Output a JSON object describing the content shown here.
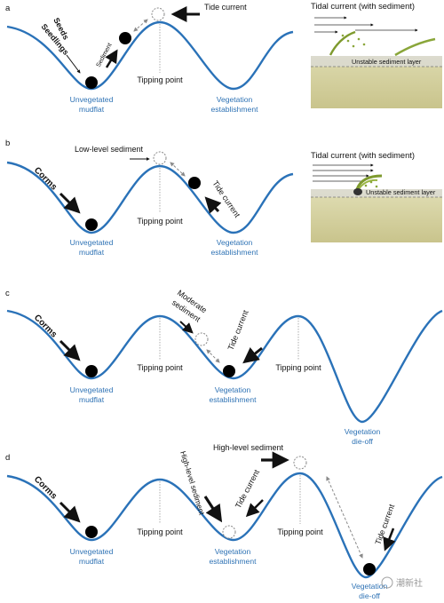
{
  "panels": [
    {
      "letter": "a",
      "labels": {
        "seeds": "Seeds",
        "seedlings": "Seedlings",
        "sediment": "Sediment",
        "tide_current": "Tide current",
        "tipping_point": "Tipping point",
        "unvegetated_1": "Unvegetated",
        "unvegetated_2": "mudflat",
        "vegetation_1": "Vegetation",
        "vegetation_2": "establishment"
      },
      "inset": {
        "title": "Tidal current (with sediment)",
        "layer": "Unstable sediment layer"
      }
    },
    {
      "letter": "b",
      "labels": {
        "low_sediment": "Low-level sediment",
        "corms": "Corms",
        "tide_current": "Tide current",
        "tipping_point": "Tipping point",
        "unvegetated_1": "Unvegetated",
        "unvegetated_2": "mudflat",
        "vegetation_1": "Vegetation",
        "vegetation_2": "establishment"
      },
      "inset": {
        "title": "Tidal current (with sediment)",
        "layer": "Unstable sediment layer"
      }
    },
    {
      "letter": "c",
      "labels": {
        "corms": "Corms",
        "moderate_1": "Moderate",
        "moderate_2": "sediment",
        "tide_current": "Tide current",
        "tipping_point_1": "Tipping point",
        "tipping_point_2": "Tipping point",
        "unvegetated_1": "Unvegetated",
        "unvegetated_2": "mudflat",
        "vegetation_1": "Vegetation",
        "vegetation_2": "establishment",
        "dieoff_1": "Vegetation",
        "dieoff_2": "die-off"
      }
    },
    {
      "letter": "d",
      "labels": {
        "corms": "Corms",
        "high_sediment": "High-level sediment",
        "high_sediment_rot": "High-level sediment",
        "tide_current_1": "Tide current",
        "tide_current_2": "Tide current",
        "tipping_point_1": "Tipping point",
        "tipping_point_2": "Tipping point",
        "unvegetated_1": "Unvegetated",
        "unvegetated_2": "mudflat",
        "vegetation_1": "Vegetation",
        "vegetation_2": "establishment",
        "dieoff_1": "Vegetation",
        "dieoff_2": "die-off"
      }
    }
  ],
  "watermark": "潮新社"
}
